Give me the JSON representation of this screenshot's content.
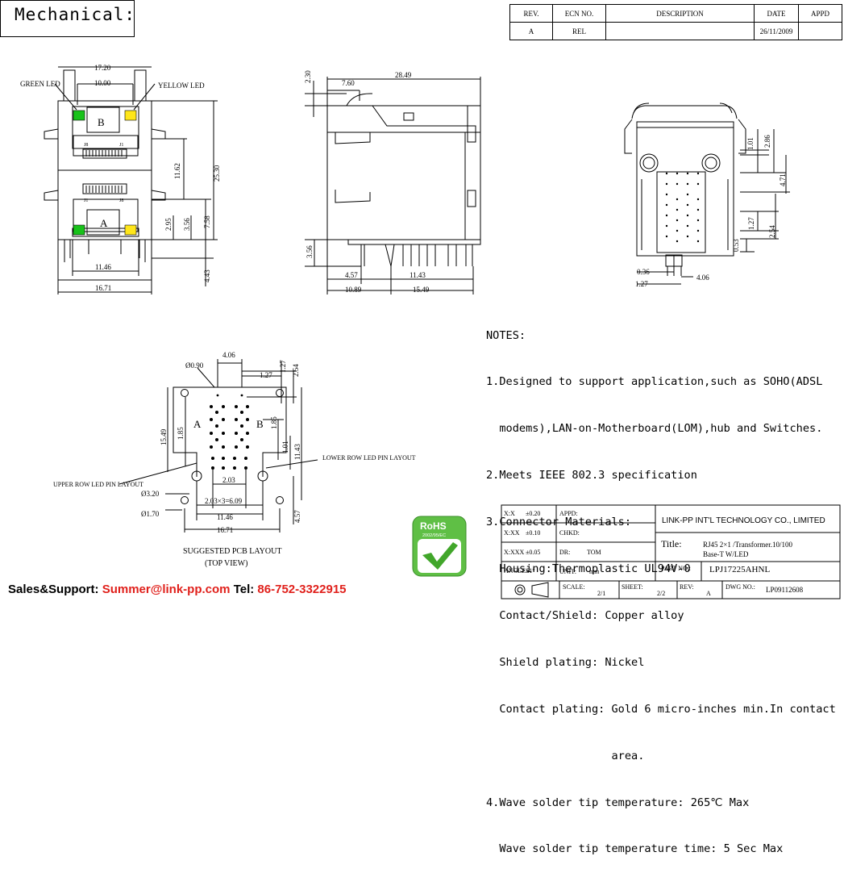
{
  "header": {
    "title": "Mechanical:"
  },
  "revision_table": {
    "headers": [
      "REV.",
      "ECN NO.",
      "DESCRIPTION",
      "DATE",
      "APPD"
    ],
    "row": [
      "A",
      "REL",
      "",
      "26/11/2009",
      ""
    ]
  },
  "front_view": {
    "dims": [
      "17.20",
      "10.00",
      "25.30",
      "11.62",
      "2.95",
      "3.56",
      "7.58",
      "4.43",
      "11.46",
      "16.71"
    ],
    "labels": {
      "green_led": "GREEN LED",
      "yellow_led": "YELLOW LED",
      "port_top": "B",
      "port_bottom": "A",
      "j8": "J8",
      "j1": "J1"
    }
  },
  "side_view": {
    "dims": [
      "2.30",
      "28.49",
      "7.60",
      "3.56",
      "4.57",
      "11.43",
      "10.89",
      "15.49"
    ]
  },
  "rear_view": {
    "dims": [
      "1.01",
      "2.86",
      "4.71",
      "1.27",
      "2.54",
      "0.53",
      "0.36",
      "1.27",
      "4.06"
    ]
  },
  "pcb_layout": {
    "dims": [
      "4.06",
      "1.27",
      "2.54",
      "1.27",
      "Ø0.90",
      "15.49",
      "1.85",
      "1.85",
      "1.01",
      "11.43",
      "2.03",
      "2.03×3=6.09",
      "Ø3.20",
      "Ø1.70",
      "11.46",
      "16.71",
      "4.57"
    ],
    "labels": {
      "a": "A",
      "b": "B",
      "upper": "UPPER ROW LED PIN LAYOUT",
      "lower": "LOWER ROW LED PIN LAYOUT"
    },
    "caption1": "SUGGESTED PCB LAYOUT",
    "caption2": "(TOP VIEW)"
  },
  "notes": [
    "NOTES:",
    "1.Designed to support application,such as SOHO(ADSL",
    "  modems),LAN-on-Motherboard(LOM),hub and Switches.",
    "2.Meets IEEE 802.3 specification",
    "3.Connector Materials:",
    "  Housing:Thermoplastic UL94V-0",
    "  Contact/Shield: Copper alloy",
    "  Shield plating: Nickel",
    "  Contact plating: Gold 6 micro-inches min.In contact",
    "                   area.",
    "4.Wave solder tip temperature: 265℃ Max",
    "  Wave solder tip temperature time: 5 Sec Max"
  ],
  "rohs": {
    "text": "RoHS",
    "sub": "2002/95/EC"
  },
  "title_block": {
    "tolerances": [
      {
        "k": "X:X",
        "v": "±0.20"
      },
      {
        "k": "X:XX",
        "v": "±0.10"
      },
      {
        "k": "X:XXX",
        "v": "±0.05"
      },
      {
        "k": "ANGLES",
        "v": "±1°"
      }
    ],
    "appd": "APPD:",
    "chkd": "CHKD:",
    "dr": "DR:",
    "dr_val": "TOM",
    "unit": "UNIT:",
    "unit_val": "mm",
    "company": "LINK-PP INT'L TECHNOLOGY CO., LIMITED",
    "title_label": "Title:",
    "title_line1": "RJ45 2×1 /Transformer.10/100",
    "title_line2": "Base-T W/LED",
    "part_label": "PART NO.:",
    "part_no": "LPJ17225AHNL",
    "scale": "SCALE:",
    "scale_val": "2/1",
    "sheet": "SHEET:",
    "sheet_val": "2/2",
    "rev": "REV:",
    "rev_val": "A",
    "dwg": "DWG NO.:",
    "dwg_val": "LP09112608"
  },
  "footer": {
    "label": "Sales&Support:",
    "email": "Summer@link-pp.com",
    "tel_label": "Tel:",
    "tel": "86-752-3322915"
  }
}
